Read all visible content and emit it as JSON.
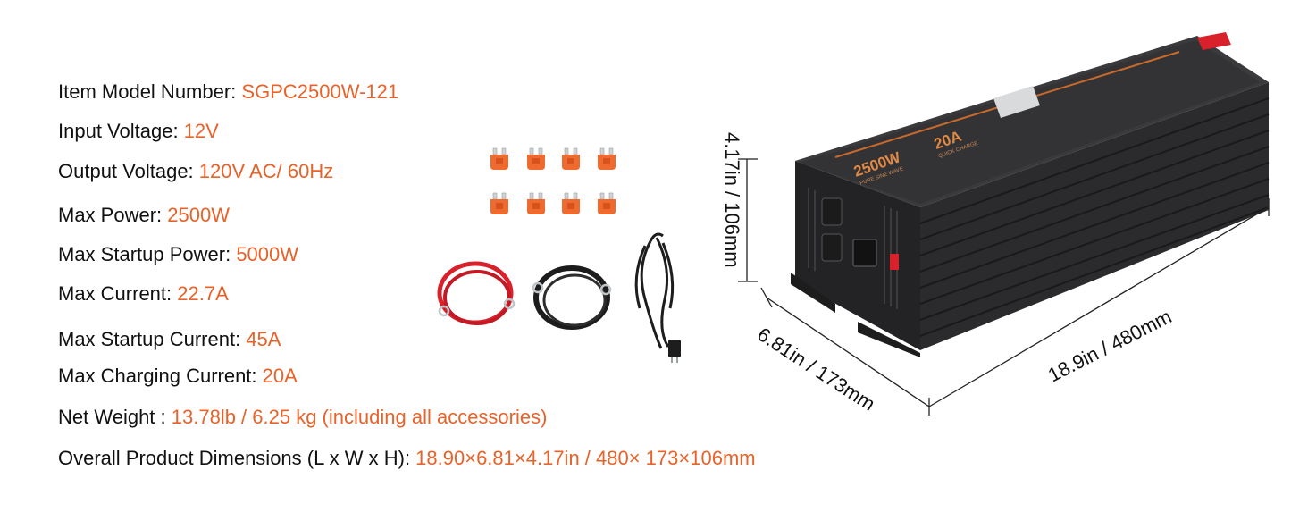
{
  "specs": [
    {
      "label": "Item Model Number: ",
      "value": "SGPC2500W-121"
    },
    {
      "label": "Input Voltage: ",
      "value": "12V"
    },
    {
      "label": "Output Voltage: ",
      "value": "120V AC/ 60Hz"
    },
    {
      "label": "Max Power: ",
      "value": "2500W"
    },
    {
      "label": "Max Startup Power: ",
      "value": "5000W"
    },
    {
      "label": "Max Current: ",
      "value": "22.7A"
    },
    {
      "label": "Max Startup Current: ",
      "value": "45A"
    },
    {
      "label": "Max Charging Current: ",
      "value": "20A"
    },
    {
      "label": "Net Weight : ",
      "value": "13.78lb / 6.25 kg (including all accessories)"
    },
    {
      "label": "Overall Product Dimensions (L x W x H): ",
      "value": "18.90×6.81×4.17in / 480× 173×106mm"
    }
  ],
  "dimensions": {
    "height": "4.17in / 106mm",
    "width": "6.81in / 173mm",
    "length": "18.9in / 480mm"
  },
  "product_labels": {
    "power": "2500W",
    "wave": "PURE SINE WAVE",
    "charge": "20A",
    "charge_sub": "QUICK CHARGE"
  },
  "colors": {
    "accent": "#e8632a",
    "fuse": "#ef6a2e",
    "device_body": "#2b2b2d"
  }
}
